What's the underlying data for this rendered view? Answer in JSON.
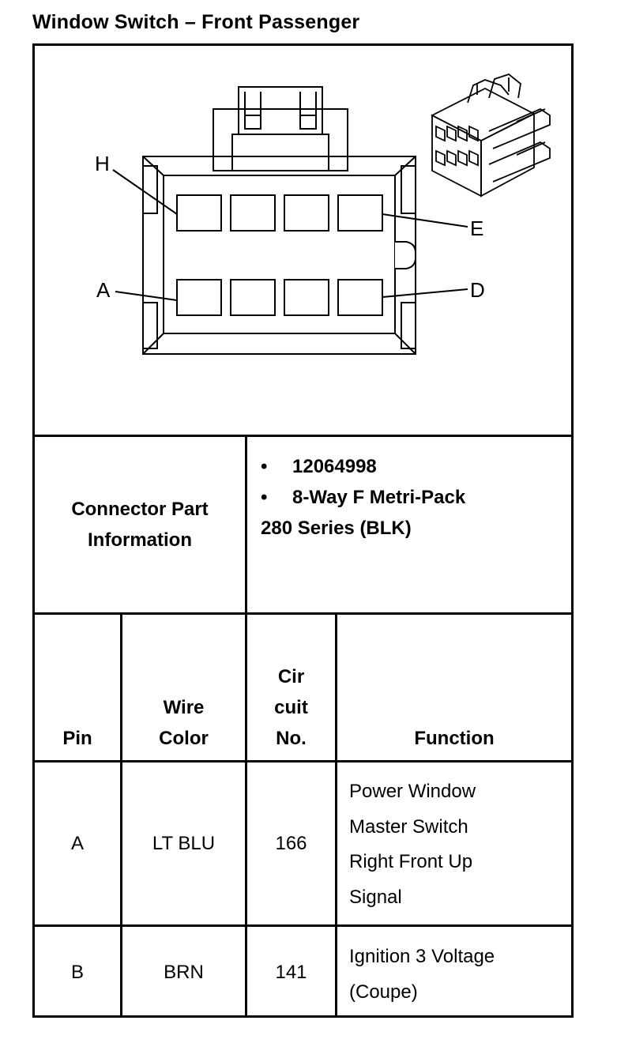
{
  "title": "Window Switch – Front Passenger",
  "diagram": {
    "label_h": "H",
    "label_e": "E",
    "label_a": "A",
    "label_d": "D"
  },
  "connector_info": {
    "label_line1": "Connector Part",
    "label_line2": "Information",
    "bullet1": "12064998",
    "bullet2": "8-Way F Metri-Pack",
    "bullet2_cont": "280 Series (BLK)"
  },
  "table": {
    "headers": {
      "pin": "Pin",
      "wire_color_line1": "Wire",
      "wire_color_line2": "Color",
      "circuit_line1": "Cir",
      "circuit_line2": "cuit",
      "circuit_line3": "No.",
      "function": "Function"
    },
    "rows": [
      {
        "pin": "A",
        "wire_color": "LT BLU",
        "circuit": "166",
        "function_lines": [
          "Power Window",
          "Master Switch",
          "Right Front Up",
          "Signal"
        ]
      },
      {
        "pin": "B",
        "wire_color": "BRN",
        "circuit": "141",
        "function_lines": [
          "Ignition 3 Voltage",
          "(Coupe)"
        ]
      }
    ]
  }
}
